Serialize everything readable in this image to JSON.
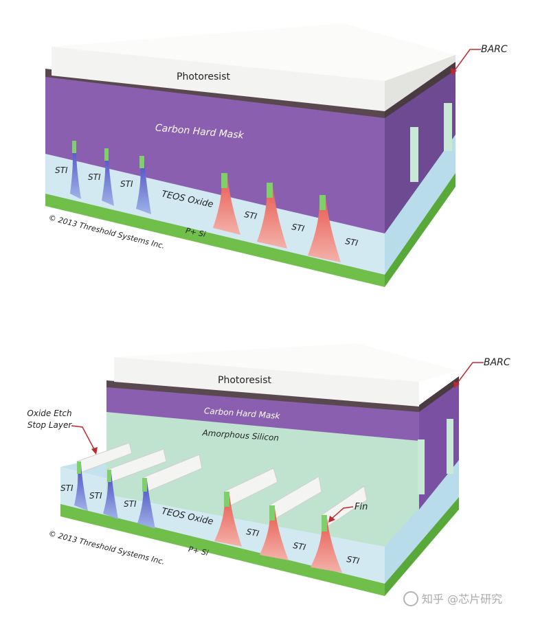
{
  "figure_top": {
    "photoresist": "Photoresist",
    "barc": "BARC",
    "carbon_hard_mask": "Carbon Hard Mask",
    "teos_oxide": "TEOS Oxide",
    "psi": "P+ Si",
    "copyright": "© 2013 Threshold Systems Inc.",
    "sti_labels": [
      "STI",
      "STI",
      "STI",
      "STI",
      "STI",
      "STI"
    ]
  },
  "figure_bottom": {
    "photoresist": "Photoresist",
    "barc": "BARC",
    "carbon_hard_mask": "Carbon Hard Mask",
    "amorphous_silicon": "Amorphous Silicon",
    "oxide_etch_stop_line1": "Oxide Etch",
    "oxide_etch_stop_line2": "Stop Layer",
    "teos_oxide": "TEOS Oxide",
    "fin": "Fin",
    "psi": "P+ Si",
    "copyright": "© 2013 Threshold Systems Inc.",
    "sti_labels": [
      "STI",
      "STI",
      "STI",
      "STI",
      "STI",
      "STI"
    ]
  },
  "watermark": "知乎 @芯片研究",
  "colors": {
    "photoresist": "#f3f3f1",
    "barc": "#5a4850",
    "carbon_hard_mask": "#8a5fb0",
    "amorphous_silicon": "#bfe3cf",
    "sti_oxide": "#d2e9f2",
    "p_si": "#6fbf4a",
    "fin_nmos": "#4b4cc4",
    "fin_pmos": "#e8584f",
    "fin_tip": "#7fcf6a"
  }
}
